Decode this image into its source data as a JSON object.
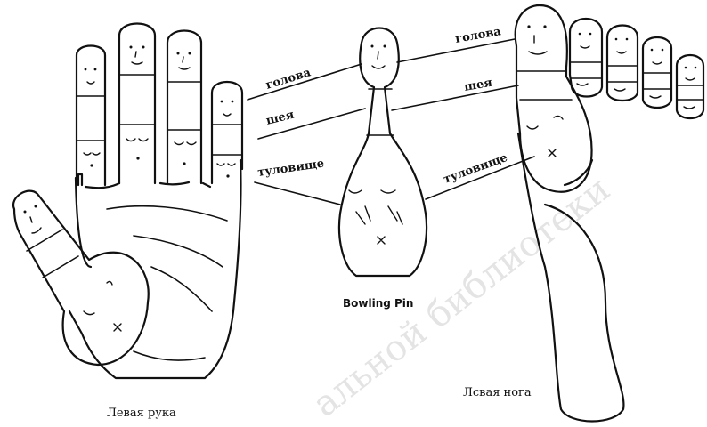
{
  "labels": {
    "head": "голова",
    "neck": "шея",
    "torso": "туловище"
  },
  "captions": {
    "left_hand": "Левая рука",
    "bowling_pin": "Bowling Pin",
    "left_foot": "Лсвая нога"
  },
  "watermark": "альной библиотеки"
}
